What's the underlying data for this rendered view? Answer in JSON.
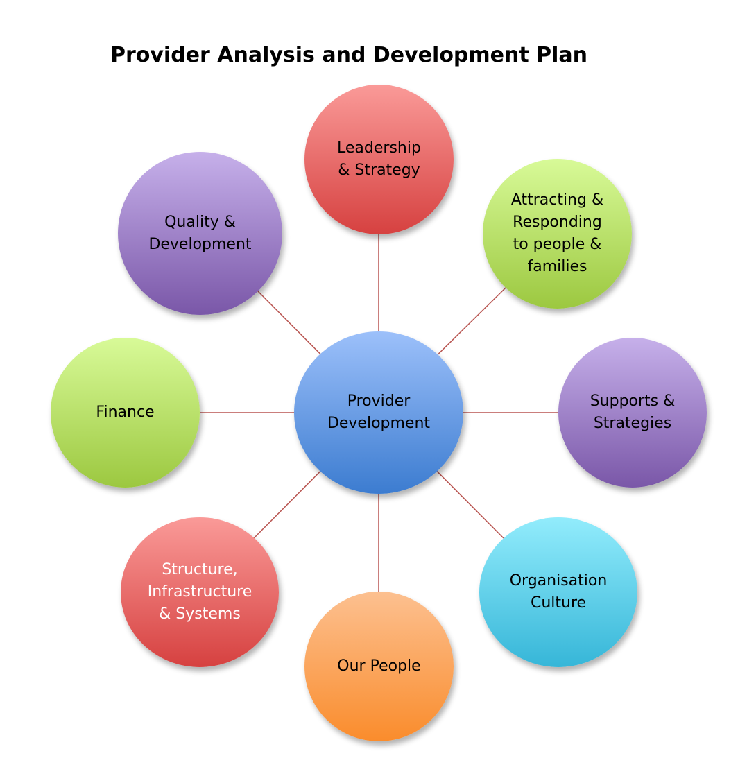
{
  "title": "Provider Analysis and Development Plan",
  "center": {
    "label": "Provider\nDevelopment",
    "color": "#6a9ee6"
  },
  "nodes": [
    {
      "id": "leadership",
      "label": "Leadership\n& Strategy"
    },
    {
      "id": "attracting",
      "label": "Attracting &\nResponding\nto people &\nfamilies"
    },
    {
      "id": "supports",
      "label": "Supports &\nStrategies"
    },
    {
      "id": "organisation",
      "label": "Organisation\nCulture"
    },
    {
      "id": "people",
      "label": "Our People"
    },
    {
      "id": "structure",
      "label": "Structure,\nInfrastructure\n& Systems"
    },
    {
      "id": "finance",
      "label": "Finance"
    },
    {
      "id": "quality",
      "label": "Quality &\nDevelopment"
    }
  ],
  "colors": {
    "connector": "#b85450",
    "red": "#d64140",
    "green": "#9cc840",
    "purple": "#7a57a8",
    "blue": "#3c7cd0",
    "cyan": "#36b6d8",
    "orange": "#fa8c2c"
  }
}
